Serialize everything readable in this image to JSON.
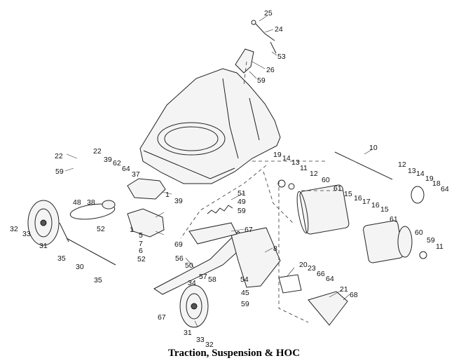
{
  "caption": "Traction, Suspension & HOC",
  "callouts": [
    "25",
    "24",
    "53",
    "26",
    "59",
    "10",
    "22",
    "22",
    "39",
    "62",
    "64",
    "59",
    "37",
    "1",
    "39",
    "48",
    "38",
    "52",
    "32",
    "33",
    "31",
    "1",
    "5",
    "7",
    "6",
    "52",
    "69",
    "51",
    "49",
    "59",
    "67",
    "8",
    "56",
    "50",
    "19",
    "14",
    "13",
    "11",
    "12",
    "60",
    "61",
    "12",
    "13",
    "14",
    "19",
    "18",
    "64",
    "15",
    "16",
    "17",
    "16",
    "15",
    "61",
    "60",
    "59",
    "11",
    "35",
    "30",
    "35",
    "34",
    "57",
    "58",
    "54",
    "20",
    "23",
    "66",
    "64",
    "45",
    "59",
    "21",
    "68",
    "67",
    "31",
    "33",
    "32"
  ]
}
